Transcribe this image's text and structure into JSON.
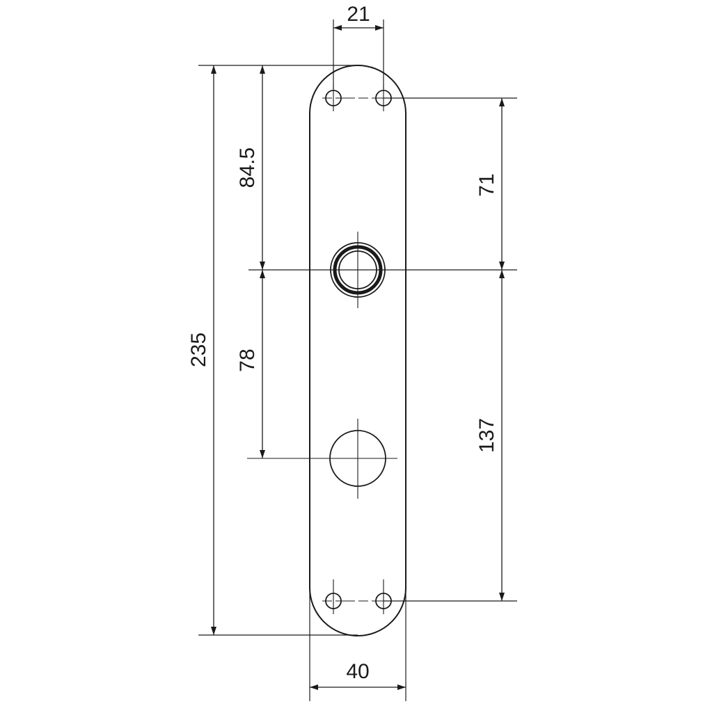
{
  "drawing": {
    "dimensions": {
      "hole_spacing_width": "21",
      "overall_height": "235",
      "top_to_handle": "84.5",
      "handle_to_keyhole": "78",
      "top_hole_to_handle": "71",
      "handle_to_bottom_hole": "137",
      "plate_width": "40"
    }
  }
}
